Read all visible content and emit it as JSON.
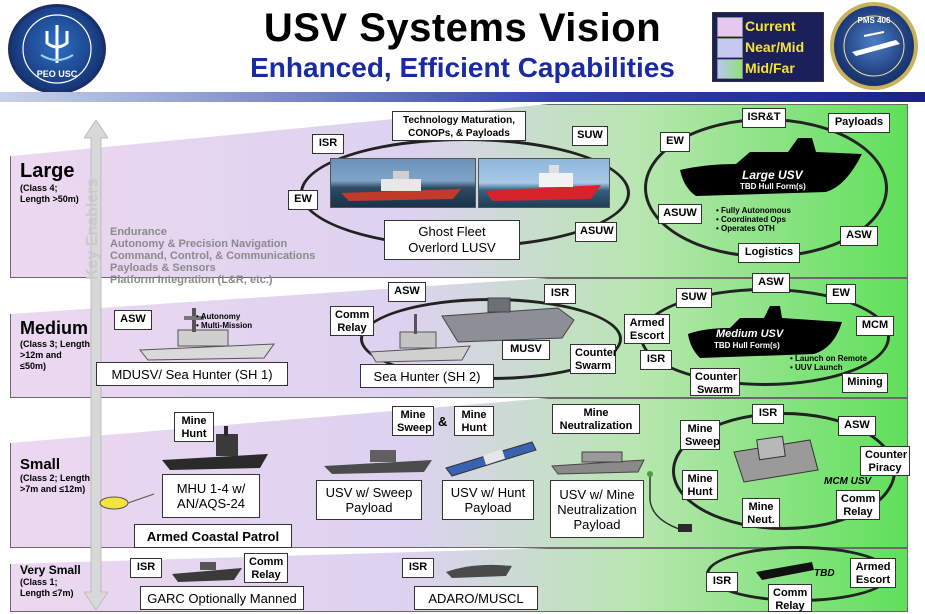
{
  "header": {
    "title": "USV Systems Vision",
    "subtitle": "Enhanced, Efficient Capabilities",
    "left_seal_text": "PEO USC",
    "right_seal_text": "PMS 406"
  },
  "legend": [
    {
      "label": "Current",
      "color": "#e6c8ee"
    },
    {
      "label": "Near/Mid",
      "color": "#c5c8f0"
    },
    {
      "label": "Mid/Far",
      "color": "#8fe07a"
    }
  ],
  "key_enablers": {
    "axis_label": "Key Enablers",
    "items": [
      "Endurance",
      "Autonomy & Precision Navigation",
      "Command, Control, & Communications",
      "Payloads & Sensors",
      "Platform Integration (L&R, etc.)"
    ]
  },
  "classes": {
    "large": {
      "name": "Large",
      "desc": "(Class 4; Length >50m)"
    },
    "medium": {
      "name": "Medium",
      "desc": "(Class 3; Length >12m and ≤50m)"
    },
    "small": {
      "name": "Small",
      "desc": "(Class 2; Length >7m and ≤12m)"
    },
    "very_small": {
      "name": "Very Small",
      "desc": "(Class 1; Length ≤7m)"
    }
  },
  "large_row": {
    "tech_box": "Technology Maturation, CONOPs, & Payloads",
    "isr": "ISR",
    "ew": "EW",
    "suw": "SUW",
    "asuw": "ASUW",
    "ghost_fleet": "Ghost Fleet Overlord LUSV",
    "future": {
      "isrt": "ISR&T",
      "payloads": "Payloads",
      "ew": "EW",
      "asuw": "ASUW",
      "asw": "ASW",
      "logistics": "Logistics",
      "ship_name": "Large USV",
      "ship_sub": "TBD Hull Form(s)",
      "bullets": [
        "• Fully Autonomous",
        "• Coordinated Ops",
        "• Operates OTH"
      ]
    }
  },
  "medium_row": {
    "asw": "ASW",
    "sh1_bullets": [
      "• Autonomy",
      "• Multi-Mission"
    ],
    "sh1_label": "MDUSV/ Sea Hunter (SH 1)",
    "comm_relay": "Comm Relay",
    "asw2": "ASW",
    "isr": "ISR",
    "musv": "MUSV",
    "counter_swarm": "Counter Swarm",
    "sh2_label": "Sea Hunter (SH 2)",
    "future": {
      "armed_escort": "Armed Escort",
      "suw": "SUW",
      "asw": "ASW",
      "ew": "EW",
      "mcm": "MCM",
      "isr": "ISR",
      "counter_swarm": "Counter Swarm",
      "mining": "Mining",
      "ship_name": "Medium USV",
      "ship_sub": "TBD Hull Form(s)",
      "bullets": [
        "• Launch on Remote",
        "• UUV Launch"
      ]
    }
  },
  "small_row": {
    "mine_hunt": "Mine Hunt",
    "mhu_label": "MHU 1-4 w/ AN/AQS-24",
    "armed_coastal": "Armed Coastal Patrol",
    "mine_sweep": "Mine Sweep",
    "amp": "&",
    "mine_hunt2": "Mine Hunt",
    "sweep_label": "USV w/ Sweep Payload",
    "hunt_label": "USV w/ Hunt Payload",
    "mine_neutralization": "Mine Neutralization",
    "neut_label": "USV w/ Mine Neutralization Payload",
    "future": {
      "isr": "ISR",
      "mine_sweep": "Mine Sweep",
      "asw": "ASW",
      "counter_piracy": "Counter Piracy",
      "mine_hunt": "Mine Hunt",
      "mine_neut": "Mine Neut.",
      "comm_relay": "Comm Relay",
      "ship_name": "MCM USV"
    }
  },
  "very_small_row": {
    "isr": "ISR",
    "comm_relay": "Comm Relay",
    "garc": "GARC Optionally Manned",
    "isr2": "ISR",
    "adaro": "ADARO/MUSCL",
    "future": {
      "isr": "ISR",
      "comm_relay": "Comm Relay",
      "armed_escort": "Armed Escort",
      "tbd": "TBD"
    }
  }
}
